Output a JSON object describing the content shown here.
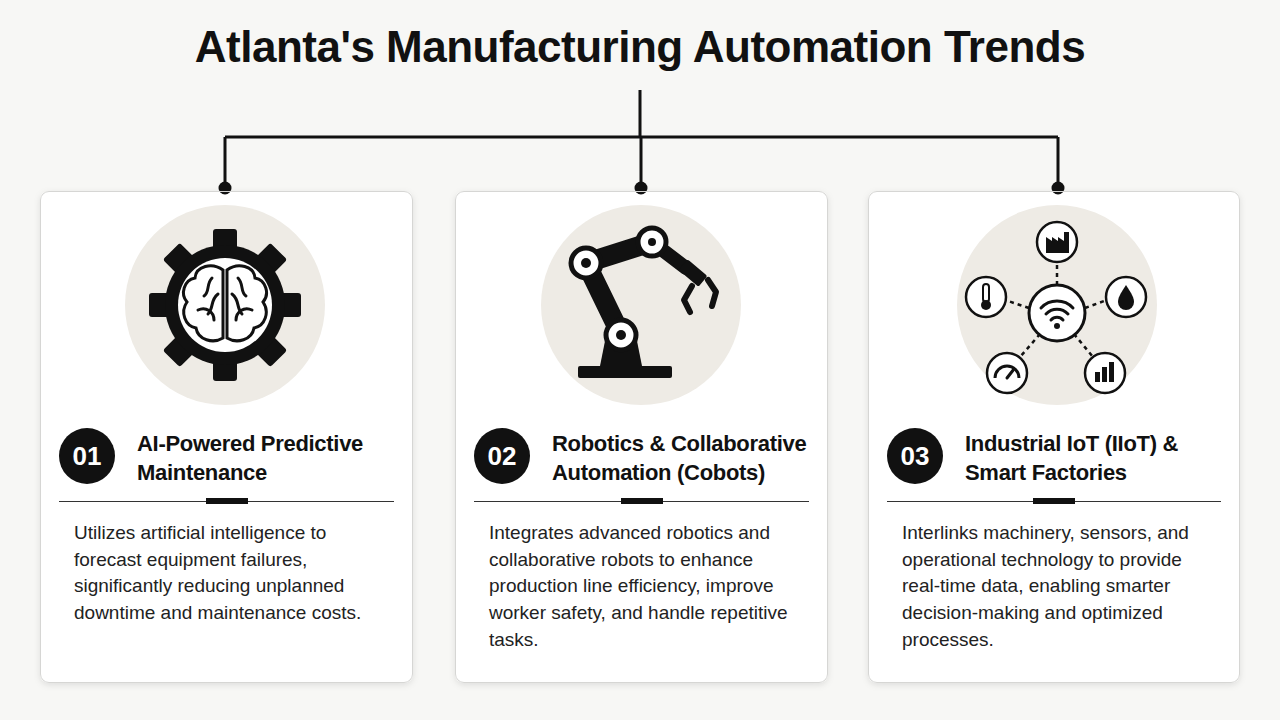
{
  "diagram": {
    "title": "Atlanta's Manufacturing Automation Trends",
    "nodes": [
      {
        "text": [
          "AI-Powered Predictive Maintenance",
          "Utilizes artificial intelligence to forecast equipment failures, significantly reducing unplanned downtime and maintenance costs."
        ]
      },
      {
        "text": [
          "01"
        ],
        "in": 0
      },
      {
        "text": [
          "Robotics & Collaborative Automation (Cobots)",
          "Integrates advanced robotics and collaborative robots to enhance production line efficiency, improve worker safety, and handle repetitive tasks."
        ]
      },
      {
        "text": [
          "02"
        ],
        "in": 2
      },
      {
        "text": [
          "Industrial IoT (IIoT) & Smart Factories",
          "Interlinks machinery, sensors, and operational technology to provide real-time data, enabling smarter decision-making and optimized processes."
        ]
      },
      {
        "text": [
          "03"
        ],
        "in": 4
      }
    ]
  }
}
